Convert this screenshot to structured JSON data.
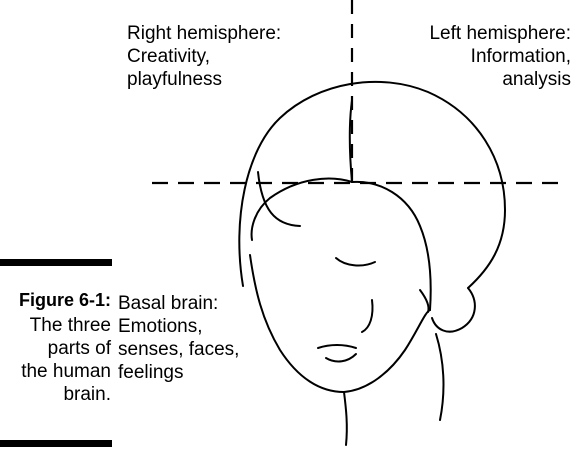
{
  "labels": {
    "right_hemisphere": "Right hemisphere:\nCreativity,\nplayfulness",
    "left_hemisphere": "Left hemisphere:\nInformation,\nanalysis",
    "basal_brain": "Basal brain:\nEmotions,\nsenses, faces,\nfeelings"
  },
  "figure": {
    "number": "Figure 6-1:",
    "caption": "The three\nparts of\nthe human\nbrain."
  }
}
